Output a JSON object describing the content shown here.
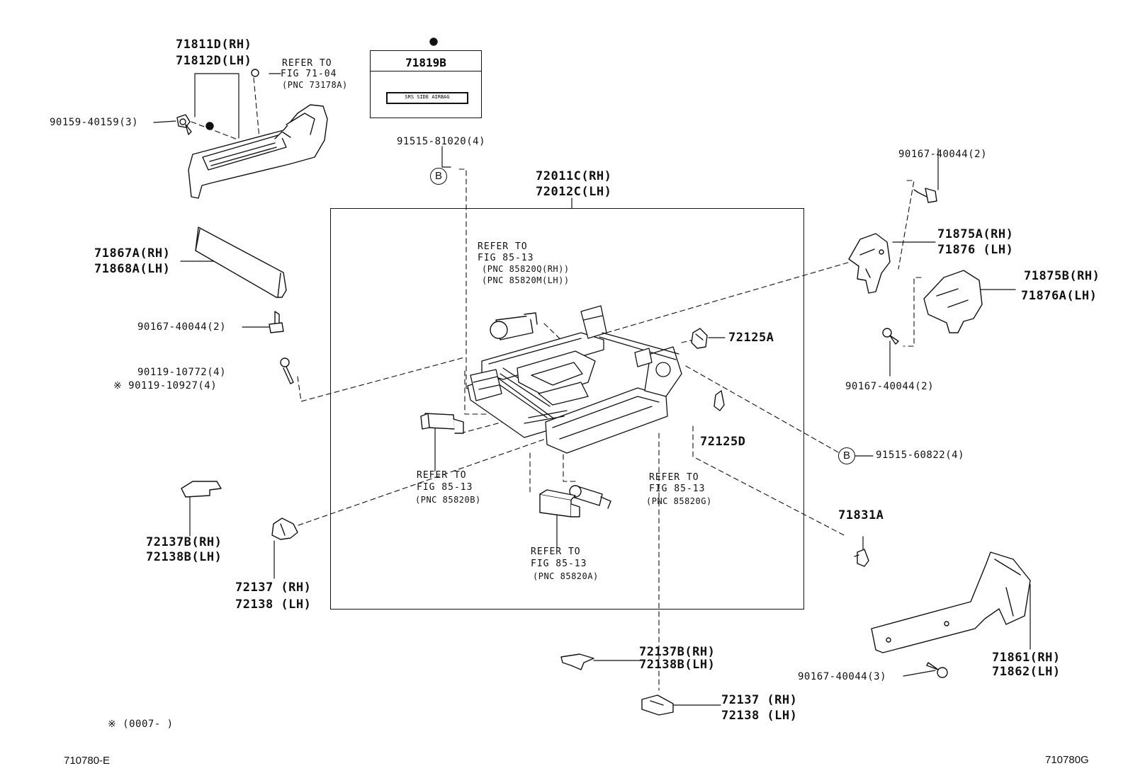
{
  "parts": {
    "p71811D": "71811D(RH)",
    "p71812D": "71812D(LH)",
    "ref_71_04_a": "REFER TO",
    "ref_71_04_b": "FIG 71-04",
    "ref_71_04_c": "(PNC 73178A)",
    "p71819B": "71819B",
    "label_strip": "SRS SIDE AIRBAG",
    "p90159": "90159-40159(3)",
    "p91515_81020": "91515-81020(4)",
    "p72011C": "72011C(RH)",
    "p72012C": "72012C(LH)",
    "p90167_tr": "90167-40044(2)",
    "p71875A": "71875A(RH)",
    "p71876": "71876  (LH)",
    "p71875B": "71875B(RH)",
    "p71876A": "71876A(LH)",
    "p71867A": "71867A(RH)",
    "p71868A": "71868A(LH)",
    "ref_q_a": "REFER TO",
    "ref_q_b": "FIG 85-13",
    "ref_q_c": "(PNC 85820Q(RH))",
    "ref_q_d": "(PNC 85820M(LH))",
    "p90167_l": "90167-40044(2)",
    "p90119_10772": "90119-10772(4)",
    "p90119_10927": "※  90119-10927(4)",
    "p72125A": "72125A",
    "p90167_r": "90167-40044(2)",
    "p72125D": "72125D",
    "p91515_60822": "91515-60822(4)",
    "ref_b_a": "REFER TO",
    "ref_b_b": "FIG 85-13",
    "ref_b_c": "(PNC 85820B)",
    "ref_g_a": "REFER TO",
    "ref_g_b": "FIG 85-13",
    "ref_g_c": "(PNC 85820G)",
    "p71831A": "71831A",
    "p72137B_l": "72137B(RH)",
    "p72138B_l": "72138B(LH)",
    "ref_a_a": "REFER TO",
    "ref_a_b": "FIG 85-13",
    "ref_a_c": "(PNC 85820A)",
    "p72137_l": "72137 (RH)",
    "p72138_l": "72138 (LH)",
    "p72137B_b": "72137B(RH)",
    "p72138B_b": "72138B(LH)",
    "p71861": "71861(RH)",
    "p71862": "71862(LH)",
    "p90167_br": "90167-40044(3)",
    "p72137_b": "72137 (RH)",
    "p72138_b": "72138 (LH)",
    "b_marker": "B"
  },
  "footer": {
    "note": "※ (0007-        )",
    "left_code": "710780-E",
    "right_code": "710780G"
  }
}
